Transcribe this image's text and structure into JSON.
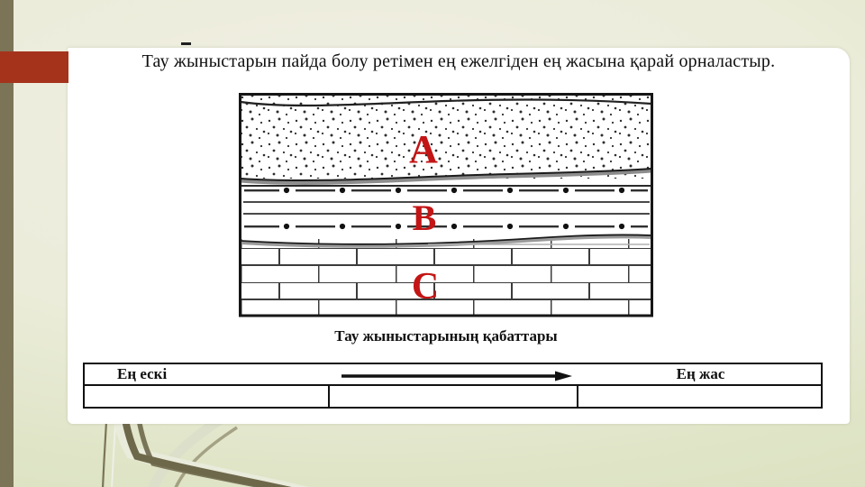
{
  "slide": {
    "title": "Тау жыныстарын пайда болу ретімен ең ежелгіден ең жасына қарай орналастыр.",
    "diagram": {
      "caption": "Тау жыныстарының қабаттары",
      "layers": [
        {
          "label": "А",
          "texture": "stippled-sandstone",
          "position": "top"
        },
        {
          "label": "В",
          "texture": "dash-dot-lines-shale",
          "position": "middle"
        },
        {
          "label": "С",
          "texture": "brick-limestone",
          "position": "bottom"
        }
      ]
    },
    "table": {
      "oldest_label": "Ең ескі",
      "youngest_label": "Ең жас",
      "arrow": "left-to-right-arrow",
      "answer_cells": [
        "",
        "",
        ""
      ]
    },
    "colors": {
      "letter_red": "#c31515",
      "accent_rect_red": "#a5331c",
      "left_bar_olive": "#7b7457",
      "background_green": "#e2e6ca",
      "panel_white": "#ffffff",
      "line_black": "#1a1a1a"
    }
  }
}
